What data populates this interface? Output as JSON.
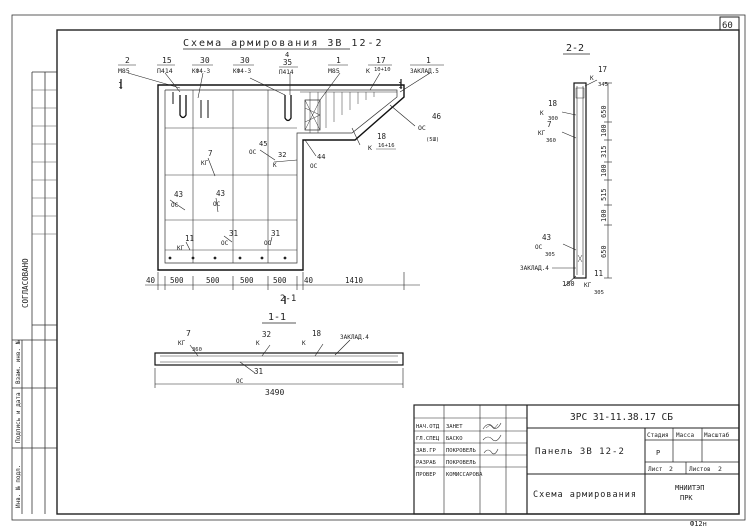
{
  "sheet": {
    "number": "60",
    "bottom_code": "Ф12н"
  },
  "left_strip": {
    "agreed": "СОГЛАСОВАНО",
    "inv_replaced": "Взам. инв. №",
    "sign_date": "Подпись и дата",
    "inv_orig": "Инв. № подл."
  },
  "main_view": {
    "title": "Схема армирования 3В 12-2",
    "section_marker": "2-1",
    "callouts": {
      "c_2": "2",
      "c_2_sub": "M85",
      "c_15": "15",
      "c_15_sub": "П414",
      "c_30a": "30",
      "c_30a_sub": "КФ4-3",
      "c_30b": "30",
      "c_30b_sub": "КФ4-3",
      "c_4": "4",
      "c_35": "35",
      "c_35_sub": "П414",
      "c_1": "1",
      "c_1_sub": "M85",
      "c_17": "17",
      "c_17_sub": "К",
      "c_17_frac": "10+10",
      "c_1b": "1",
      "c_1b_sub": "ЗАКЛАД.5",
      "c_46": "46",
      "c_46_sub": "ОС",
      "c_46_frac": "(5Ш)",
      "c_18": "18",
      "c_18_sub": "К",
      "c_18_frac": "16+16",
      "c_45": "45",
      "c_45_sub": "ОС",
      "c_32": "32",
      "c_32_sub": "К",
      "c_44": "44",
      "c_44_sub": "ОС",
      "c_7": "7",
      "c_7_sub": "КГ",
      "c_43a": "43",
      "c_43a_sub": "ОС",
      "c_43b": "43",
      "c_43b_sub": "ОС",
      "c_11": "11",
      "c_11_sub": "КГ",
      "c_31a": "31",
      "c_31a_sub": "ОС",
      "c_31b": "31",
      "c_31b_sub": "ОС"
    },
    "dims": [
      "40",
      "500",
      "500",
      "500",
      "500",
      "40",
      "1410"
    ]
  },
  "section_22": {
    "title": "2-2",
    "dims_right": [
      "650",
      "100",
      "315",
      "100",
      "515",
      "100",
      "650"
    ],
    "labels": {
      "l_17": "17",
      "l_17_sub": "К",
      "l_17_frac": "345",
      "l_18": "18",
      "l_18_sub": "К",
      "l_18_frac": "300",
      "l_7": "7",
      "l_7_sub": "КГ",
      "l_7_frac": "360",
      "l_43": "43",
      "l_43_sub": "ОС",
      "l_43_frac": "305",
      "l_11": "11",
      "l_11_sub": "КГ",
      "l_11_frac": "305",
      "l_zakl": "ЗАКЛАД.4",
      "l_180": "180"
    }
  },
  "section_11": {
    "title": "1-1",
    "labels": {
      "s_7": "7",
      "s_7_sub": "КГ",
      "s_7_frac": "360",
      "s_32": "32",
      "s_32_sub": "К",
      "s_18": "18",
      "s_18_sub": "К",
      "s_zakl": "ЗАКЛАД.4",
      "s_31": "31",
      "s_31_sub": "ОС",
      "s_dim": "3490"
    }
  },
  "title_block": {
    "doc_code": "3РС 31-11.38.17 СБ",
    "sheet_name": "Панель 3В 12-2",
    "drawing_name": "Схема армирования",
    "stage_hdr": "Стадия",
    "mass_hdr": "Масса",
    "scale_hdr": "Масштаб",
    "stage_val": "Р",
    "list_label": "Лист",
    "list_val": "2",
    "lists_label": "Листов",
    "lists_val": "2",
    "org1": "МНИИТЭП",
    "org2": "ПРК",
    "people": [
      {
        "role": "НАЧ.ОТД",
        "name": "ЗАНЕТ"
      },
      {
        "role": "ГЛ.СПЕЦ",
        "name": "БАСКО"
      },
      {
        "role": "ЗАВ.ГР",
        "name": "ПОКРОВЕЛЬ"
      },
      {
        "role": "РАЗРАБ",
        "name": "ПОКРОВЕЛЬ"
      },
      {
        "role": "ПРОВЕР",
        "name": "КОМИССАРОВА"
      }
    ]
  }
}
